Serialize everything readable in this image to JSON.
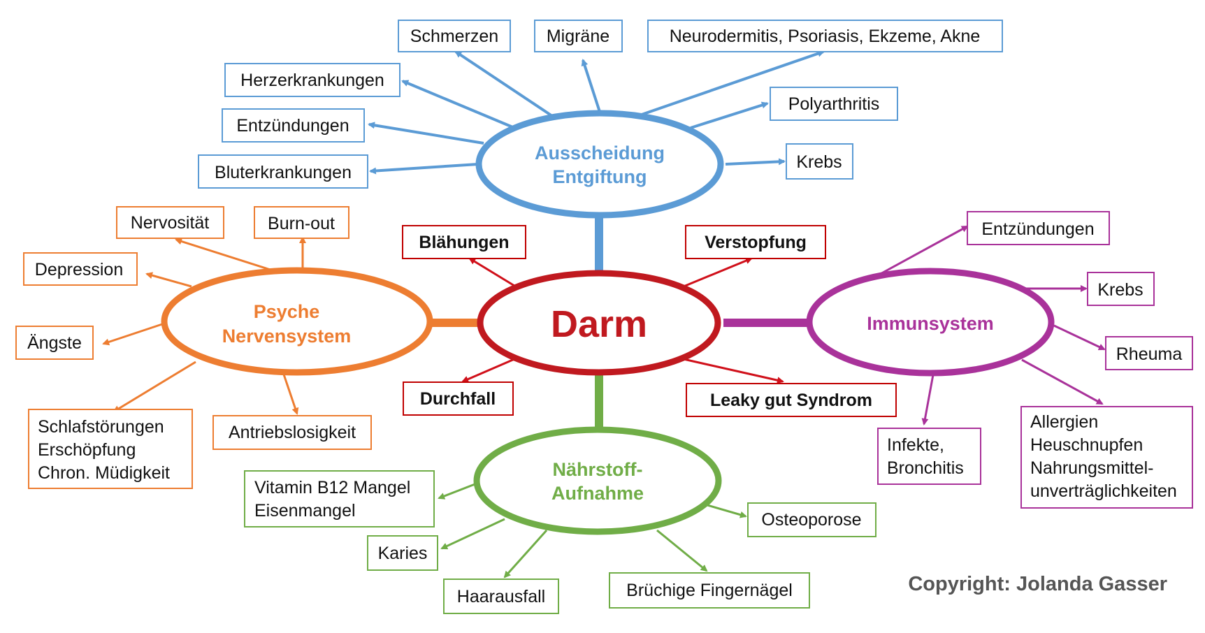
{
  "colors": {
    "blue": "#5B9BD5",
    "orange": "#ED7D31",
    "green": "#70AD47",
    "purple": "#A9329A",
    "red": "#C00000",
    "dark_red": "#C0191F"
  },
  "center": {
    "label": "Darm"
  },
  "hubs": {
    "ausscheidung": {
      "line1": "Ausscheidung",
      "line2": "Entgiftung"
    },
    "psyche": {
      "line1": "Psyche",
      "line2": "Nervensystem"
    },
    "immun": {
      "line1": "Immunsystem"
    },
    "naehrstoff": {
      "line1": "Nährstoff-",
      "line2": "Aufnahme"
    }
  },
  "symptoms": {
    "blaehungen": "Blähungen",
    "verstopfung": "Verstopfung",
    "durchfall": "Durchfall",
    "leaky": "Leaky gut Syndrom"
  },
  "ausscheidung_items": {
    "schmerzen": "Schmerzen",
    "migraene": "Migräne",
    "neuro": "Neurodermitis, Psoriasis, Ekzeme, Akne",
    "herz": "Herzerkrankungen",
    "polyarthritis": "Polyarthritis",
    "entzuendungen": "Entzündungen",
    "krebs": "Krebs",
    "blut": "Bluterkrankungen"
  },
  "psyche_items": {
    "nervositaet": "Nervosität",
    "burnout": "Burn-out",
    "depression": "Depression",
    "aengste": "Ängste",
    "schlaf": [
      "Schlafstörungen",
      "Erschöpfung",
      "Chron. Müdigkeit"
    ],
    "antrieb": "Antriebslosigkeit"
  },
  "immun_items": {
    "entzuendungen": "Entzündungen",
    "krebs": "Krebs",
    "rheuma": "Rheuma",
    "infekte": [
      "Infekte,",
      "Bronchitis"
    ],
    "allergien": [
      "Allergien",
      "Heuschnupfen",
      "Nahrungsmittel-",
      "unverträglichkeiten"
    ]
  },
  "naehrstoff_items": {
    "vitamin": [
      "Vitamin B12 Mangel",
      "Eisenmangel"
    ],
    "karies": "Karies",
    "haarausfall": "Haarausfall",
    "osteoporose": "Osteoporose",
    "naegel": "Brüchige Fingernägel"
  },
  "copyright": "Copyright: Jolanda Gasser"
}
